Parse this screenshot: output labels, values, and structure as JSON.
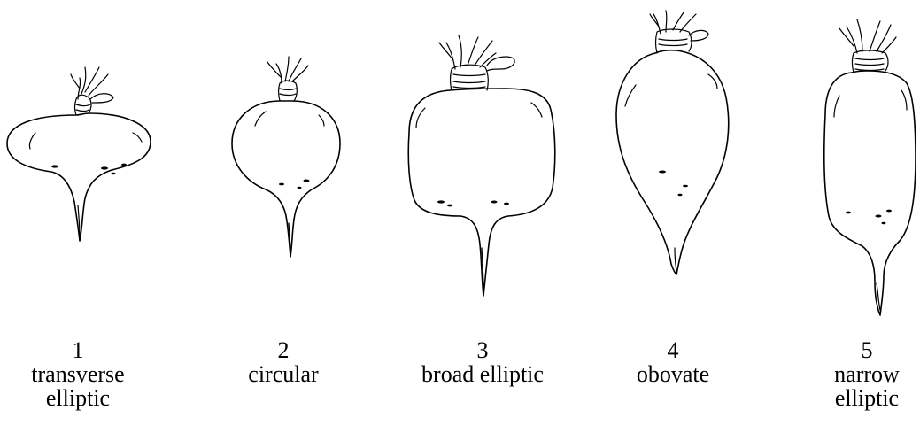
{
  "shapes": [
    {
      "number": "1",
      "name_lines": [
        "transverse",
        "elliptic"
      ]
    },
    {
      "number": "2",
      "name_lines": [
        "circular"
      ]
    },
    {
      "number": "3",
      "name_lines": [
        "broad elliptic"
      ]
    },
    {
      "number": "4",
      "name_lines": [
        "obovate"
      ]
    },
    {
      "number": "5",
      "name_lines": [
        "narrow",
        "elliptic"
      ]
    }
  ]
}
